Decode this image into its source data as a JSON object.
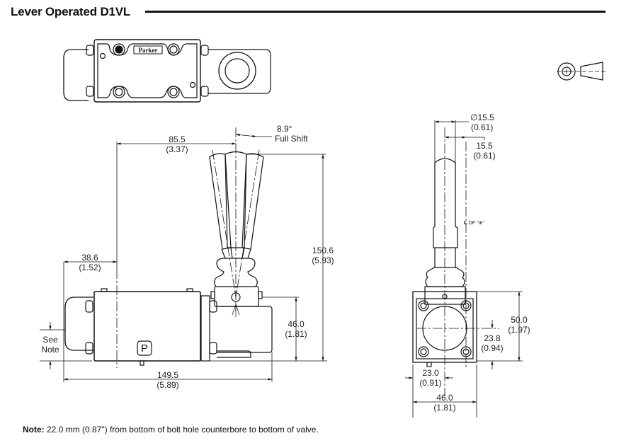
{
  "title": "Lever Operated D1VL",
  "top_view": {
    "logo_text": "Parker"
  },
  "projection_symbol": "third-angle-projection-icon",
  "front_view": {
    "lever_angle": {
      "value": "8.9°",
      "label": "Full Shift"
    },
    "dims": {
      "lever_offset": {
        "mm": "85.5",
        "in": "(3.37)"
      },
      "body_offset": {
        "mm": "38.6",
        "in": "(1.52)"
      },
      "overall_height": {
        "mm": "150.6",
        "in": "(5.93)"
      },
      "pivot_height": {
        "mm": "46.0",
        "in": "(1.81)"
      },
      "overall_length": {
        "mm": "149.5",
        "in": "(5.89)"
      },
      "see_note": [
        "See",
        "Note"
      ]
    },
    "port_label": "P"
  },
  "side_view": {
    "dims": {
      "knob_diameter": {
        "mm": "∅15.5",
        "in": "(0.61)"
      },
      "knob_offset": {
        "mm": "15.5",
        "in": "(0.61)"
      },
      "centerline_note": "℄ OF \"⊕\"",
      "body_height": {
        "mm": "50.0",
        "in": "(1.97)"
      },
      "center_height": {
        "mm": "23.8",
        "in": "(0.94)"
      },
      "center_width": {
        "mm": "23.0",
        "in": "(0.91)"
      },
      "body_width": {
        "mm": "46.0",
        "in": "(1.81)"
      }
    }
  },
  "note": {
    "label": "Note:",
    "text": " 22.0 mm (0.87\") from bottom of bolt hole counterbore to bottom of valve."
  }
}
